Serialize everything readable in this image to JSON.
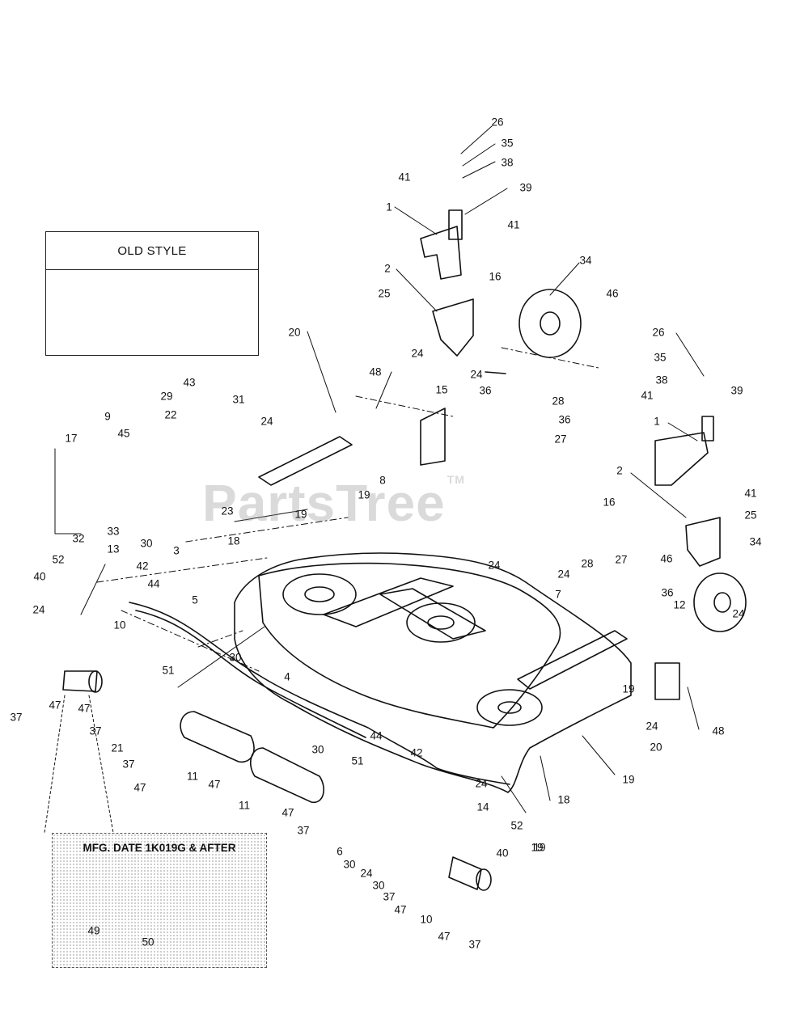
{
  "watermark": {
    "text": "PartsTree",
    "tm": "TM"
  },
  "insets": {
    "old_style_title": "OLD STYLE",
    "mfg_title": "MFG. DATE 1K019G & AFTER"
  },
  "callouts": [
    "26",
    "35",
    "38",
    "41",
    "39",
    "1",
    "41",
    "34",
    "2",
    "16",
    "46",
    "25",
    "20",
    "48",
    "24",
    "15",
    "24",
    "36",
    "28",
    "36",
    "27",
    "26",
    "35",
    "38",
    "41",
    "39",
    "1",
    "41",
    "2",
    "16",
    "25",
    "34",
    "17",
    "9",
    "45",
    "22",
    "29",
    "43",
    "31",
    "24",
    "23",
    "8",
    "19",
    "32",
    "33",
    "30",
    "3",
    "18",
    "19",
    "13",
    "42",
    "52",
    "40",
    "44",
    "5",
    "24",
    "10",
    "51",
    "30",
    "4",
    "47",
    "37",
    "47",
    "37",
    "21",
    "37",
    "47",
    "11",
    "47",
    "11",
    "24",
    "28",
    "27",
    "46",
    "36",
    "24",
    "7",
    "12",
    "24",
    "19",
    "24",
    "20",
    "48",
    "19",
    "18",
    "19",
    "44",
    "51",
    "42",
    "24",
    "14",
    "30",
    "47",
    "52",
    "37",
    "40",
    "6",
    "30",
    "24",
    "30",
    "37",
    "47",
    "10",
    "47",
    "37",
    "19",
    "49",
    "50"
  ]
}
